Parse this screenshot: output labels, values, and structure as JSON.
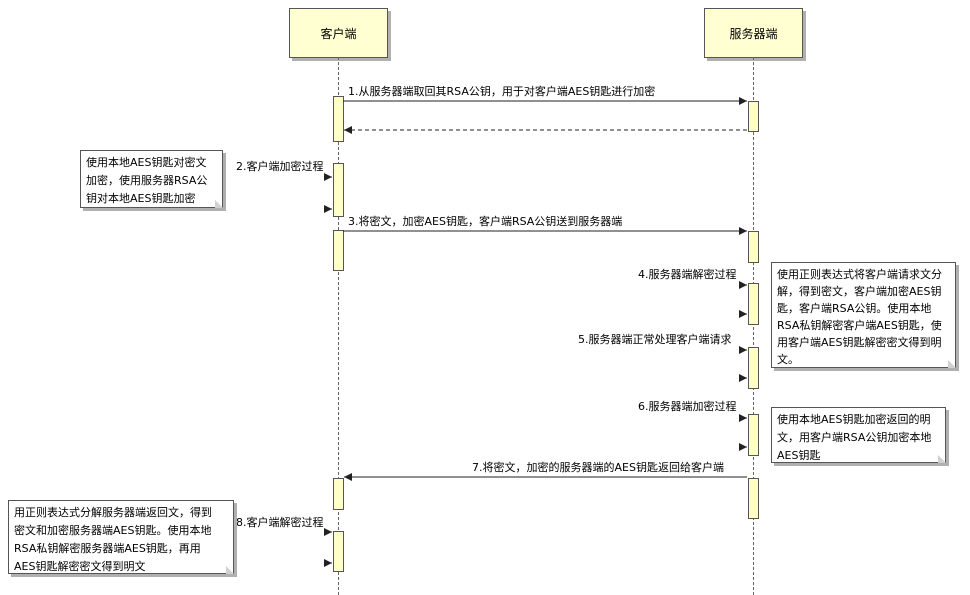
{
  "lifelines": {
    "client": "客户端",
    "server": "服务器端"
  },
  "messages": {
    "m1": "1.从服务器端取回其RSA公钥，用于对客户端AES钥匙进行加密",
    "m2": "2.客户端加密过程",
    "m3": "3.将密文，加密AES钥匙，客户端RSA公钥送到服务器端",
    "m4": "4.服务器端解密过程",
    "m5": "5.服务器端正常处理客户端请求",
    "m6": "6.服务器端加密过程",
    "m7": "7.将密文，加密的服务器端的AES钥匙返回给客户端",
    "m8": "8.客户端解密过程"
  },
  "notes": {
    "n1": "使用本地AES钥匙对密文\n加密，使用服务器RSA公\n钥对本地AES钥匙加密",
    "n2": "使用正则表达式将客户端请求文分\n解，得到密文，客户端加密AES钥\n匙，客户端RSA公钥。使用本地\nRSA私钥解密客户端AES钥匙，使\n用客户端AES钥匙解密密文得到明\n文。",
    "n3": "使用本地AES钥匙加密返回的明\n文，用客户端RSA公钥加密本地\nAES钥匙",
    "n4": "用正则表达式分解服务器端返回文，得到\n密文和加密服务器端AES钥匙。使用本地\nRSA私钥解密服务器端AES钥匙，再用\nAES钥匙解密密文得到明文"
  }
}
